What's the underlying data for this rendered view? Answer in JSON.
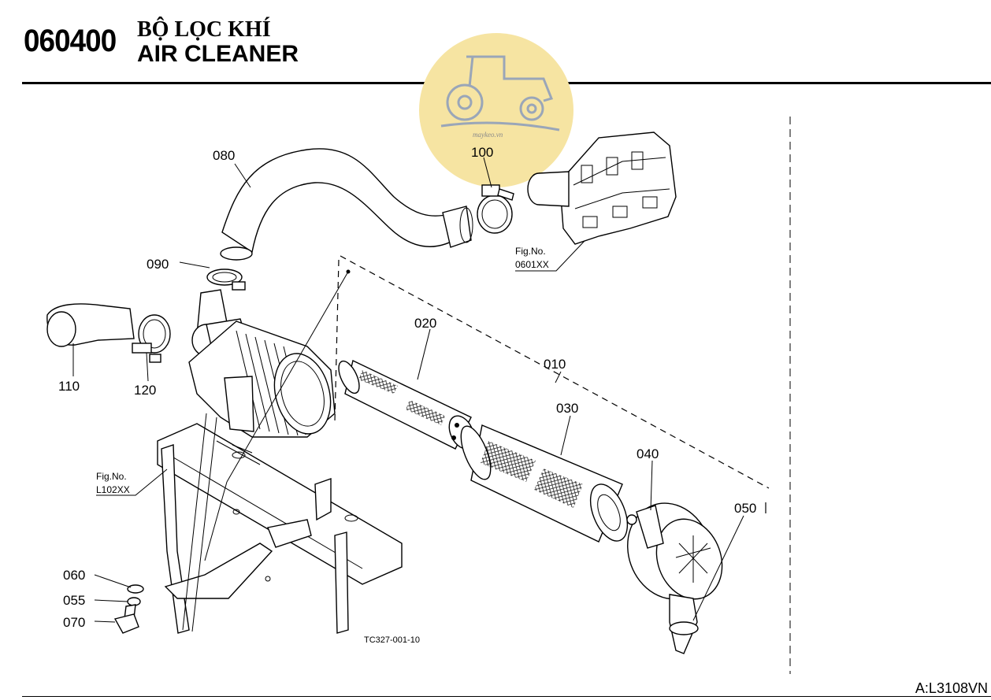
{
  "header": {
    "section_number": "060400",
    "title_vn": "BỘ LỌC KHÍ",
    "title_en": "AIR CLEANER"
  },
  "watermark": {
    "text": "maykeo.vn",
    "color": "#f5e3a0",
    "icon": "tractor-icon"
  },
  "part_labels": {
    "p010": "010",
    "p020": "020",
    "p030": "030",
    "p040": "040",
    "p050": "050",
    "p055": "055",
    "p060": "060",
    "p070": "070",
    "p080": "080",
    "p090": "090",
    "p100": "100",
    "p110": "110",
    "p120": "120"
  },
  "figure_refs": {
    "upper": {
      "label": "Fig.No.",
      "number": "0601XX"
    },
    "lower": {
      "label": "Fig.No.",
      "number": "L102XX"
    }
  },
  "drawing_code": "TC327-001-10",
  "page_ref": "A:L3108VN"
}
